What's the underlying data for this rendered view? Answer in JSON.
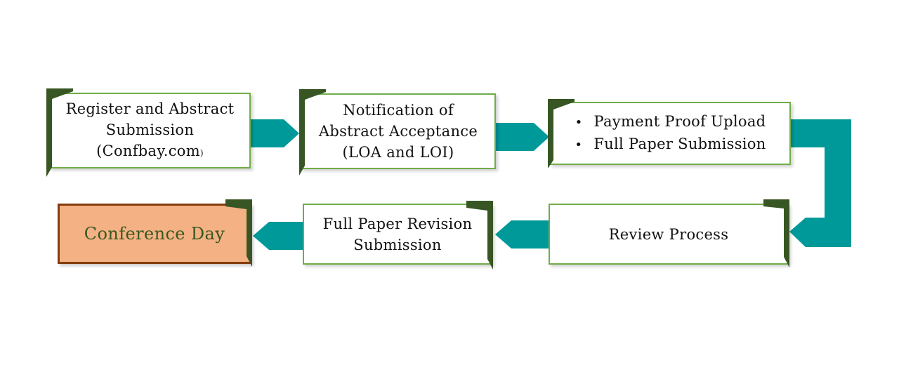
{
  "steps": {
    "register": {
      "line1": "Register and Abstract",
      "line2": "Submission",
      "line3": "(Confbay.com",
      "paren": ")"
    },
    "notification": {
      "line1": "Notification of",
      "line2": "Abstract Acceptance",
      "line3": "(LOA and LOI)"
    },
    "payment": {
      "bullet": "•",
      "item1": "Payment Proof Upload",
      "item2": "Full Paper Submission"
    },
    "review": {
      "label": "Review Process"
    },
    "revision": {
      "line1": "Full Paper Revision",
      "line2": "Submission"
    },
    "conference": {
      "label": "Conference Day"
    }
  },
  "colors": {
    "box_border": "#70ad47",
    "corner_accent": "#375623",
    "arrow": "#009999",
    "final_fill": "#f4b183",
    "final_border": "#843c0c",
    "final_text": "#385723"
  }
}
